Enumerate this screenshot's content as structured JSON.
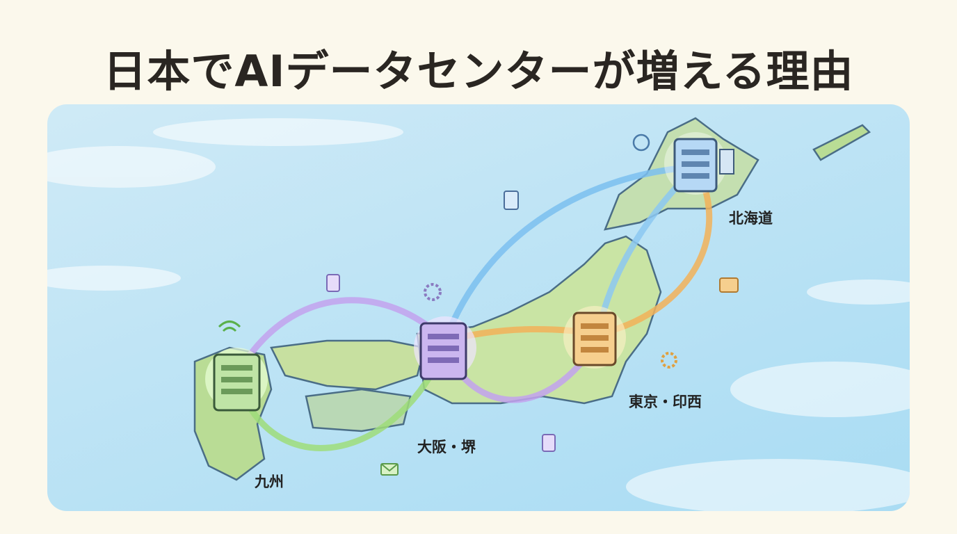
{
  "title": "日本でAIデータセンターが増える理由",
  "locations": {
    "hokkaido": "北海道",
    "tokyo": "東京・印西",
    "osaka": "大阪・堺",
    "kyushu": "九州"
  },
  "colors": {
    "hokkaido": "#6fb6ee",
    "tokyo": "#f2a64a",
    "osaka": "#b08ae6",
    "kyushu": "#86d36a"
  }
}
